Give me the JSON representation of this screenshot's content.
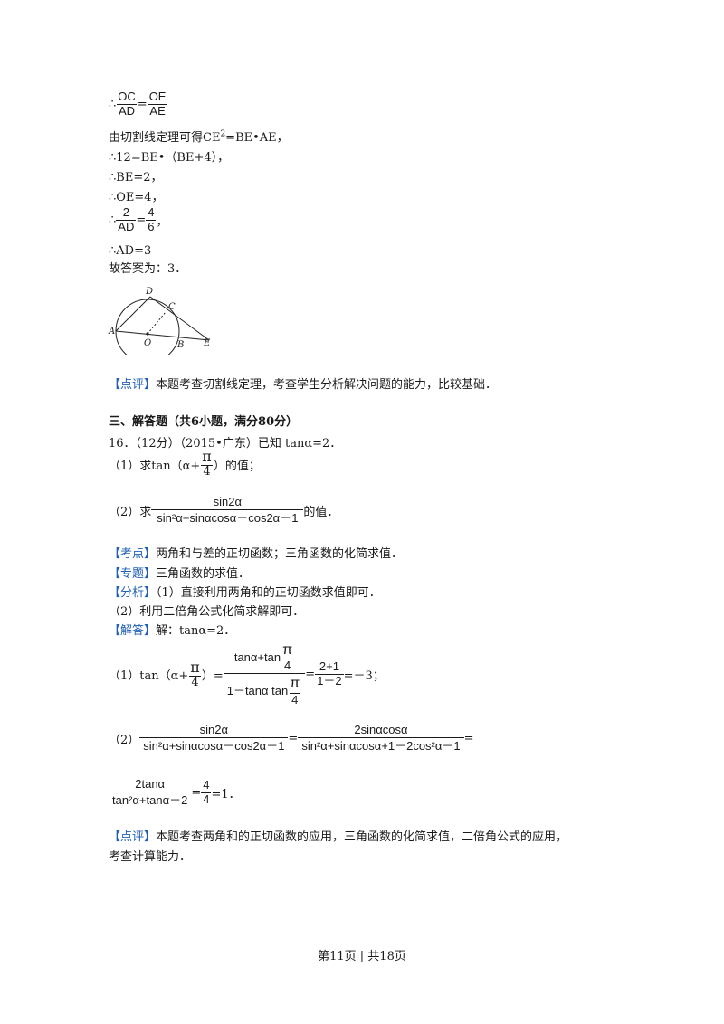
{
  "solution_top": {
    "frac1_prefix": "∴",
    "frac1_l_num": "OC",
    "frac1_l_den": "AD",
    "frac1_eq": "=",
    "frac1_r_num": "OE",
    "frac1_r_den": "AE",
    "line2_a": "由切割线定理可得CE",
    "line2_sup": "2",
    "line2_b": "=BE•AE，",
    "line3": "∴12=BE•（BE+4），",
    "line4": "∴BE=2，",
    "line5": "∴OE=4，",
    "frac2_prefix": "∴",
    "frac2_l_num": "2",
    "frac2_l_den": "AD",
    "frac2_eq": "=",
    "frac2_r_num": "4",
    "frac2_r_den": "6",
    "frac2_suffix": "，",
    "line7": "∴AD=3",
    "line8": "故答案为：3．"
  },
  "figure": {
    "labels": [
      "D",
      "C",
      "A",
      "O",
      "B",
      "E"
    ]
  },
  "comment1": {
    "tag": "【点评】",
    "text": "本题考查切割线定理，考查学生分析解决问题的能力，比较基础．"
  },
  "section": {
    "heading": "三、解答题（共6小题，满分80分）"
  },
  "q16": {
    "intro": "16．（12分）（2015•广东）已知 tanα=2．",
    "p1_prefix": "（1）求tan（α+",
    "p1_num": "π",
    "p1_den": "4",
    "p1_suffix": "）的值；",
    "p2_prefix": "（2）求",
    "p2_num": "sin2α",
    "p2_den": "sin²α+sinαcosα－cos2α－1",
    "p2_suffix": "的值．"
  },
  "kaodian": {
    "tag": "【考点】",
    "text": "两角和与差的正切函数；三角函数的化简求值．"
  },
  "zhuanti": {
    "tag": "【专题】",
    "text": "三角函数的求值．"
  },
  "fenxi": {
    "tag": "【分析】",
    "text": "（1）直接利用两角和的正切函数求值即可．",
    "text2": "（2）利用二倍角公式化简求解即可．"
  },
  "jieda": {
    "tag": "【解答】",
    "text": "解：tanα=2．"
  },
  "sol1": {
    "prefix": "（1）tan（α+",
    "pi_num": "π",
    "pi_den": "4",
    "close_eq": "）=",
    "big_num_a": "tanα+tan",
    "big_num_pi": "π",
    "big_num_4": "4",
    "big_den_a": "1－tanα tan",
    "big_den_pi": "π",
    "big_den_4": "4",
    "eq2": "=",
    "f2_num": "2+1",
    "f2_den": "1－2",
    "result": "=－3；"
  },
  "sol2": {
    "prefix": "（2）",
    "f1_num": "sin2α",
    "f1_den": "sin²α+sinαcosα－cos2α－1",
    "eq": "=",
    "f2_num": "2sinαcosα",
    "f2_den": "sin²α+sinαcosα+1－2cos²α－1",
    "eq2": "=",
    "f3_num": "2tanα",
    "f3_den": "tan²α+tanα－2",
    "eq3": "=",
    "f4_num": "4",
    "f4_den": "4",
    "result": "=1．"
  },
  "comment2": {
    "tag": "【点评】",
    "text": "本题考查两角和的正切函数的应用，三角函数的化简求值，二倍角公式的应用，",
    "text2": "考查计算能力．"
  },
  "footer": {
    "text": "第11页 | 共18页"
  }
}
